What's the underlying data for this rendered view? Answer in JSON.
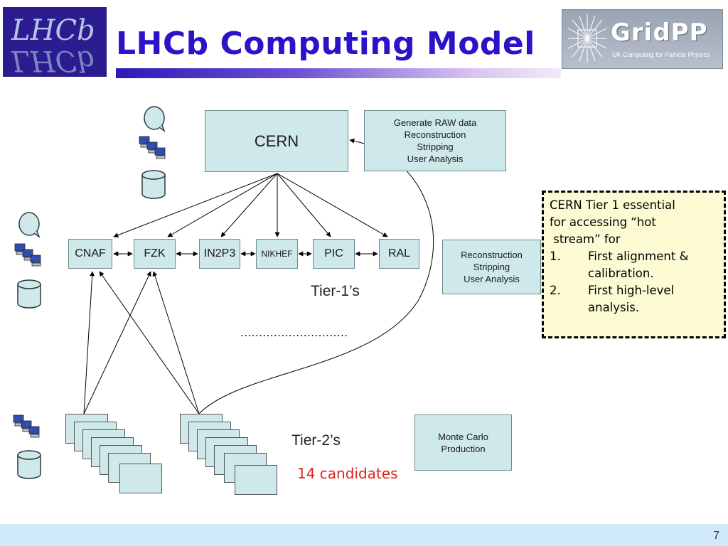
{
  "title": "LHCb Computing Model",
  "logos": {
    "lhcb": "LHCb",
    "gridpp": "GridPP",
    "gridpp_sub": "UK Computing for Particle Physics"
  },
  "diagram": {
    "cern": {
      "label": "CERN",
      "roles": [
        "Generate RAW data",
        "Reconstruction",
        "Stripping",
        "User Analysis"
      ]
    },
    "tier1": {
      "sites": [
        "CNAF",
        "FZK",
        "IN2P3",
        "NIKHEF",
        "PIC",
        "RAL"
      ],
      "roles": [
        "Reconstruction",
        "Stripping",
        "User Analysis"
      ],
      "label": "Tier-1’s",
      "ellipsis": "............................."
    },
    "tier2": {
      "label": "Tier-2’s",
      "roles": [
        "Monte Carlo",
        "Production"
      ]
    }
  },
  "note": {
    "lines": [
      "CERN Tier 1 essential",
      "for accessing “hot",
      " stream” for"
    ],
    "items": [
      {
        "num": "1.",
        "text": "First alignment & calibration."
      },
      {
        "num": "2.",
        "text": "First high-level analysis."
      }
    ]
  },
  "candidates": "14 candidates",
  "page_number": "7",
  "colors": {
    "title": "#2b14c8",
    "box_fill": "#cfe8ea",
    "note_fill": "#fdfbd4",
    "candidates": "#e4201a",
    "footer": "#cfe9f8"
  },
  "icons": [
    "globe-icon",
    "computers-icon",
    "database-icon"
  ]
}
